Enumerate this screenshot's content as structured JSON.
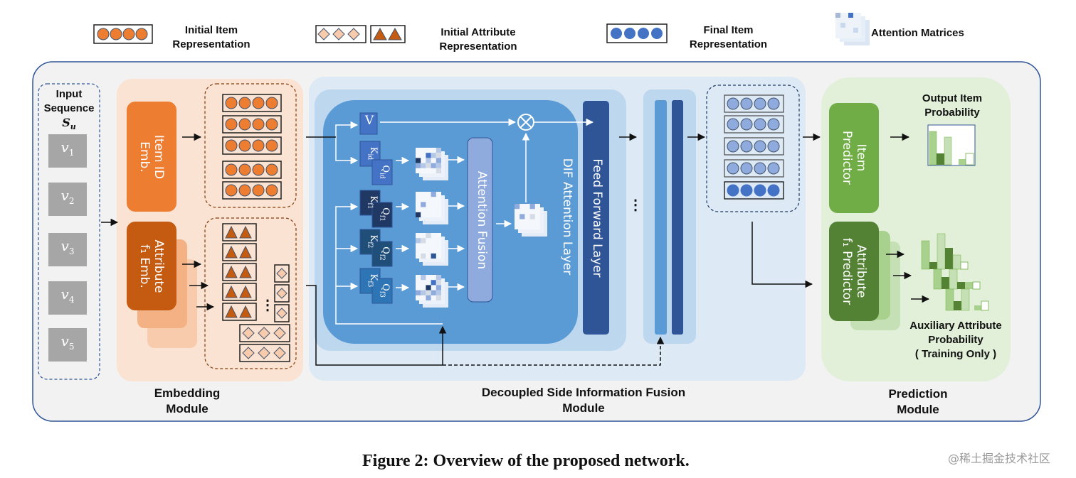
{
  "legend": {
    "initial_item": "Initial Item\nRepresentation",
    "initial_item_line1": "Initial Item",
    "initial_item_line2": "Representation",
    "initial_attr_line1": "Initial Attribute",
    "initial_attr_line2": "Representation",
    "final_item_line1": "Final Item",
    "final_item_line2": "Representation",
    "attention_matrices": "Attention Matrices"
  },
  "input": {
    "title_line1": "Input",
    "title_line2": "Sequence",
    "symbol": "S",
    "symbol_sub": "u",
    "items": [
      {
        "name": "v",
        "sub": "1"
      },
      {
        "name": "v",
        "sub": "2"
      },
      {
        "name": "v",
        "sub": "3"
      },
      {
        "name": "v",
        "sub": "4"
      },
      {
        "name": "v",
        "sub": "5"
      }
    ]
  },
  "embedding": {
    "item_emb_line1": "Item ID",
    "item_emb_line2": "Emb.",
    "attr_emb_line1": "Attribute",
    "attr_emb_line2": "f₁ Emb.",
    "module_line1": "Embedding",
    "module_line2": "Module",
    "ellipsis": "⋮"
  },
  "fusion": {
    "v_label": "V",
    "pairs": [
      {
        "k": "K",
        "k_sub": "id",
        "q": "Q",
        "q_sub": "id"
      },
      {
        "k": "K",
        "k_sub": "f1",
        "q": "Q",
        "q_sub": "f1"
      },
      {
        "k": "K",
        "k_sub": "f2",
        "q": "Q",
        "q_sub": "f2"
      },
      {
        "k": "K",
        "k_sub": "f3",
        "q": "Q",
        "q_sub": "f3"
      }
    ],
    "attention_fusion": "Attention Fusion",
    "dif_layer": "DIF Attention Layer",
    "ffn": "Feed Forward Layer",
    "multiply_symbol": "⊗",
    "ellipsis": "⋮",
    "module_line1": "Decoupled Side Information Fusion",
    "module_line2": "Module"
  },
  "prediction": {
    "item_predictor_line1": "Item",
    "item_predictor_line2": "Predictor",
    "attr_predictor_line1": "Attribute",
    "attr_predictor_line2": "f₁ Predictor",
    "output_prob_line1": "Output Item",
    "output_prob_line2": "Probability",
    "aux_line1": "Auxiliary Attribute",
    "aux_line2": "Probability",
    "aux_line3": "( Training Only )",
    "module_line1": "Prediction",
    "module_line2": "Module"
  },
  "caption": "Figure 2: Overview of the proposed network.",
  "watermark": "@稀土掘金技术社区",
  "colors": {
    "orange": "#ED7D31",
    "dark_orange": "#C55A11",
    "light_orange_bg": "#FCE4D6",
    "blue": "#4472C4",
    "mid_blue": "#5B9BD5",
    "dark_blue": "#2F5597",
    "light_blue_bg": "#DEEBF7",
    "green": "#70AD47",
    "dark_green": "#548235",
    "light_green_bg": "#E2F0D9",
    "frame": "#2F5597"
  }
}
